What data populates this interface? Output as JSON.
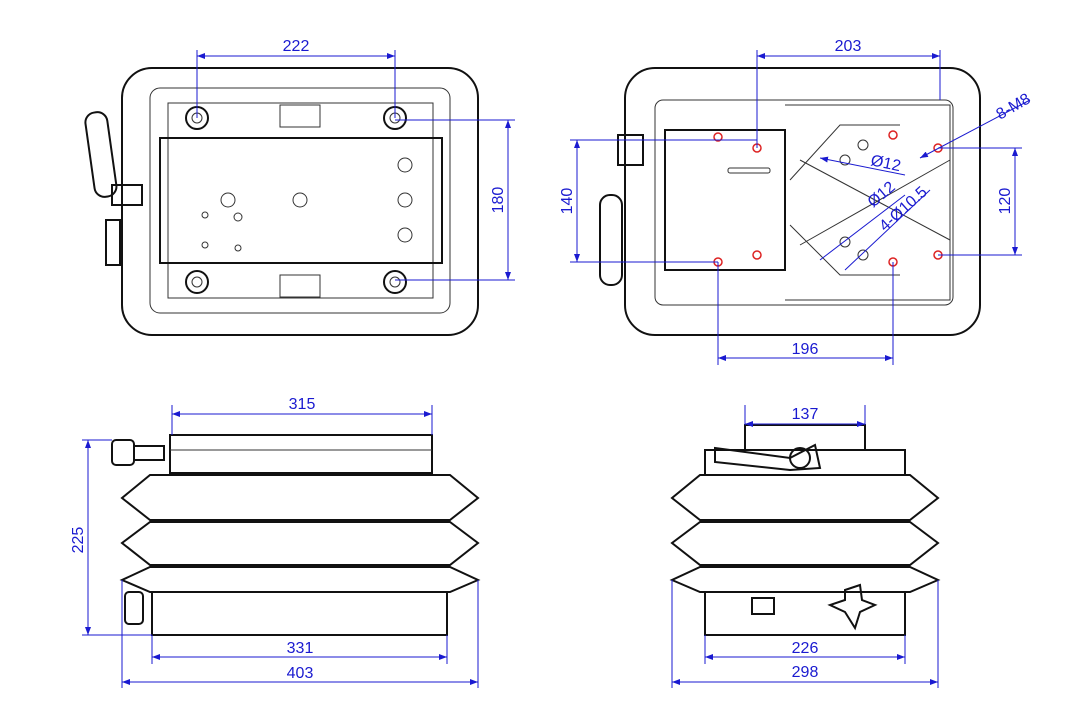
{
  "colors": {
    "dimension": "#1a1ad0",
    "outline": "#111111",
    "thread_holes": "#dd2222"
  },
  "top_left_view": {
    "width_between_holes": "222",
    "height_between_holes": "180"
  },
  "top_right_view": {
    "top_width": "203",
    "thread_holes": "8-M8",
    "hole_dia_1": "Ø12",
    "hole_dia_2": "Ø12",
    "holes_4": "4-Ø10.5",
    "left_height": "140",
    "right_height": "120",
    "bottom_width": "196"
  },
  "front_view": {
    "top_width": "315",
    "height": "225",
    "base_width": "331",
    "overall_width": "403"
  },
  "side_view": {
    "top_width": "137",
    "base_width": "226",
    "overall_width": "298"
  }
}
